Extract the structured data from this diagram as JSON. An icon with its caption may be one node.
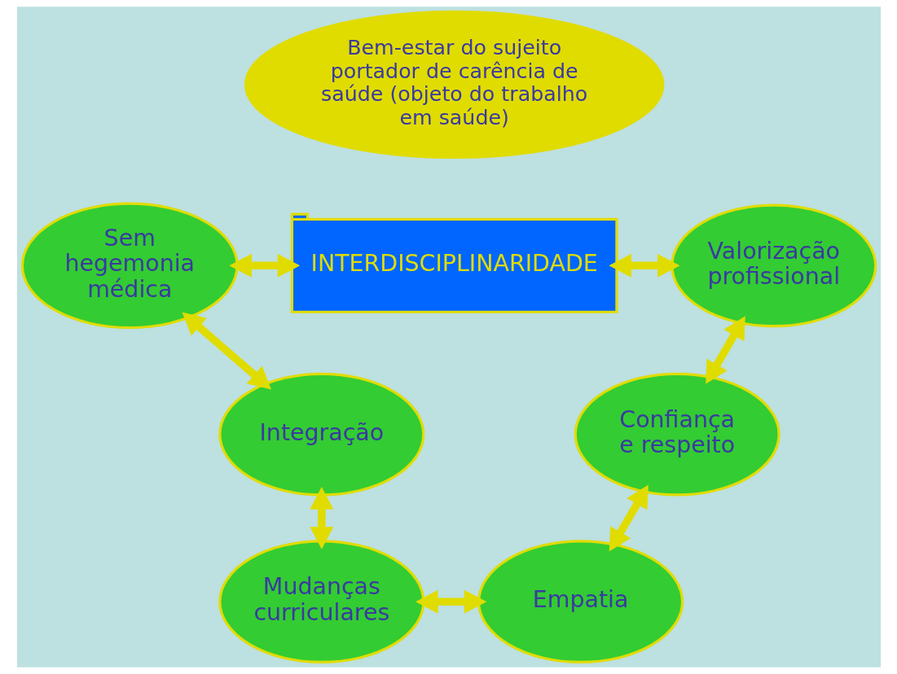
{
  "diagram": {
    "nodes": [
      {
        "text": [
          "Bem-estar do sujeito portador de carência de saúde (objeto do trabalho em saúde)"
        ]
      },
      {
        "text": [
          "Sem hegemonia médica"
        ]
      },
      {
        "text": [
          "INTERDISCIPLINARIDADE"
        ]
      },
      {
        "text": [
          "Valorização profissional"
        ]
      },
      {
        "text": [
          "Integração"
        ]
      },
      {
        "text": [
          "Confiança e respeito"
        ]
      },
      {
        "text": [
          "Mudanças curriculares"
        ]
      },
      {
        "text": [
          "Empatia"
        ]
      }
    ],
    "edges": [
      {
        "from": 1,
        "to": 2,
        "arrow": "both"
      },
      {
        "from": 2,
        "to": 3,
        "arrow": "both"
      },
      {
        "from": 1,
        "to": 4,
        "arrow": "both"
      },
      {
        "from": 3,
        "to": 5,
        "arrow": "both"
      },
      {
        "from": 4,
        "to": 6,
        "arrow": "both"
      },
      {
        "from": 5,
        "to": 7,
        "arrow": "both"
      },
      {
        "from": 6,
        "to": 7,
        "arrow": "both"
      }
    ]
  }
}
